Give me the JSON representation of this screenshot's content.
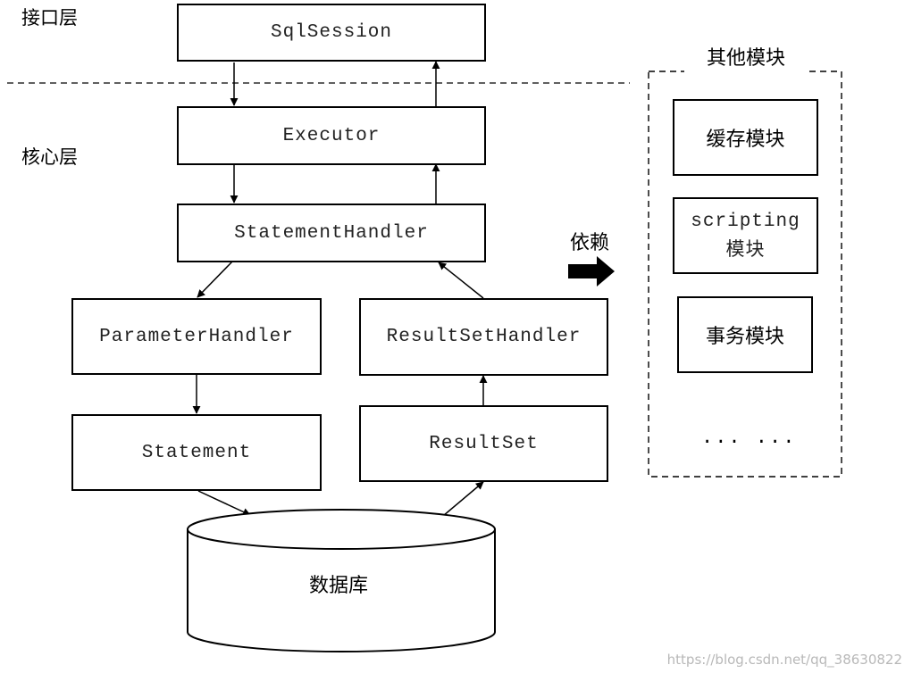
{
  "layers": {
    "interface": "接口层",
    "core": "核心层"
  },
  "boxes": {
    "sqlsession": "SqlSession",
    "executor": "Executor",
    "statement_handler": "StatementHandler",
    "parameter_handler": "ParameterHandler",
    "resultset_handler": "ResultSetHandler",
    "statement": "Statement",
    "resultset": "ResultSet"
  },
  "database": "数据库",
  "dependency": "依赖",
  "other_modules": {
    "title": "其他模块",
    "cache": "缓存模块",
    "scripting_line1": "scripting",
    "scripting_line2": "模块",
    "transaction": "事务模块",
    "ellipsis": "... ..."
  },
  "watermark": "https://blog.csdn.net/qq_38630822"
}
